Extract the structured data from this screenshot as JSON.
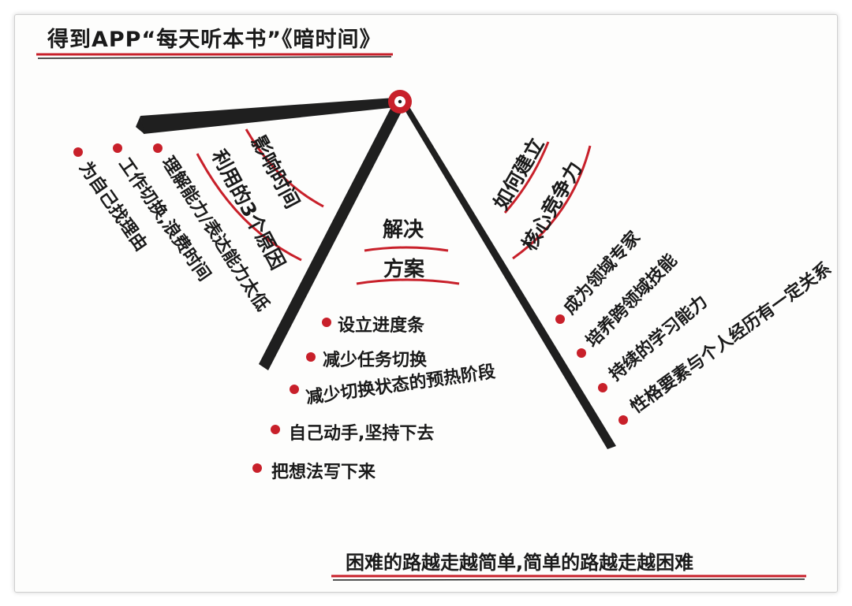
{
  "title": "得到APP“每天听本书”《暗时间》",
  "left_section": {
    "heading_line1": "影响时间",
    "heading_line2": "利用的3个原因",
    "items": [
      "理解能力/表达能力太低",
      "工作切换,浪费时间",
      "为自己找理由"
    ]
  },
  "right_section": {
    "heading_line1": "如何建立",
    "heading_line2": "核心竞争力",
    "items": [
      "成为领域专家",
      "培养跨领域技能",
      "持续的学习能力",
      "性格要素与个人经历有一定关系"
    ]
  },
  "center_section": {
    "heading_line1": "解决",
    "heading_line2": "方案",
    "items": [
      "设立进度条",
      "减少任务切换",
      "减少切换状态的预热阶段",
      "自己动手,坚持下去",
      "把想法写下来"
    ]
  },
  "footer": "困难的路越走越简单,简单的路越走越困难",
  "colors": {
    "ink": "#1a1a1a",
    "accent": "#c8202a",
    "background": "#fdfdfc"
  }
}
